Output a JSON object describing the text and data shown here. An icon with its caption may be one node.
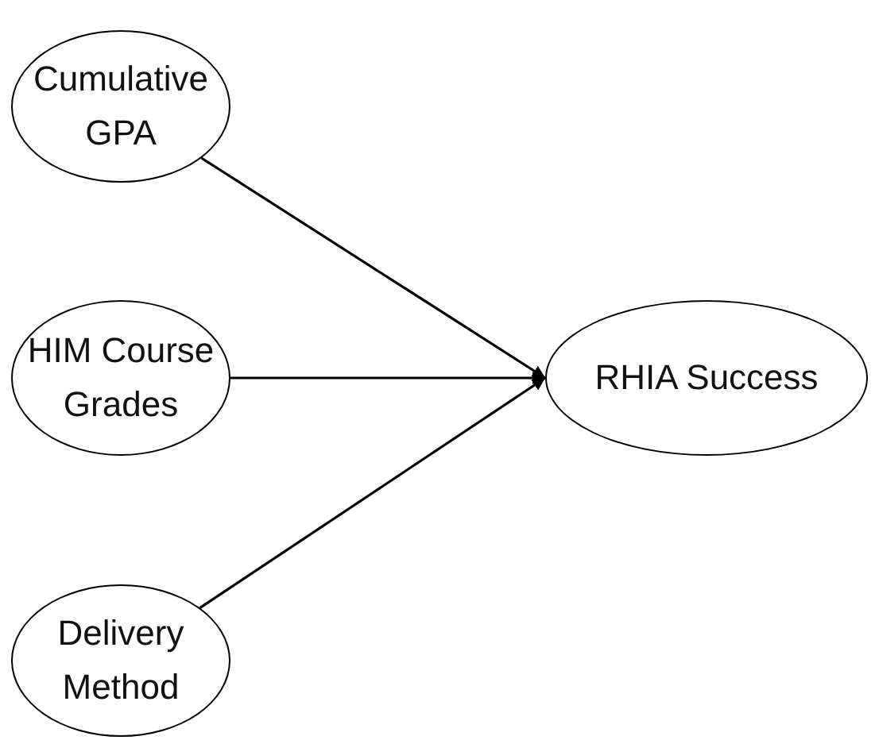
{
  "diagram": {
    "nodes": [
      {
        "text": [
          "Cumulative GPA"
        ]
      },
      {
        "text": [
          "HIM Course Grades"
        ]
      },
      {
        "text": [
          "Delivery Method"
        ]
      },
      {
        "text": [
          "RHIA Success"
        ]
      }
    ],
    "edges": [
      {
        "from": 0,
        "to": 3,
        "arrow": "to"
      },
      {
        "from": 1,
        "to": 3,
        "arrow": "to"
      },
      {
        "from": 2,
        "to": 3,
        "arrow": "to"
      }
    ]
  }
}
